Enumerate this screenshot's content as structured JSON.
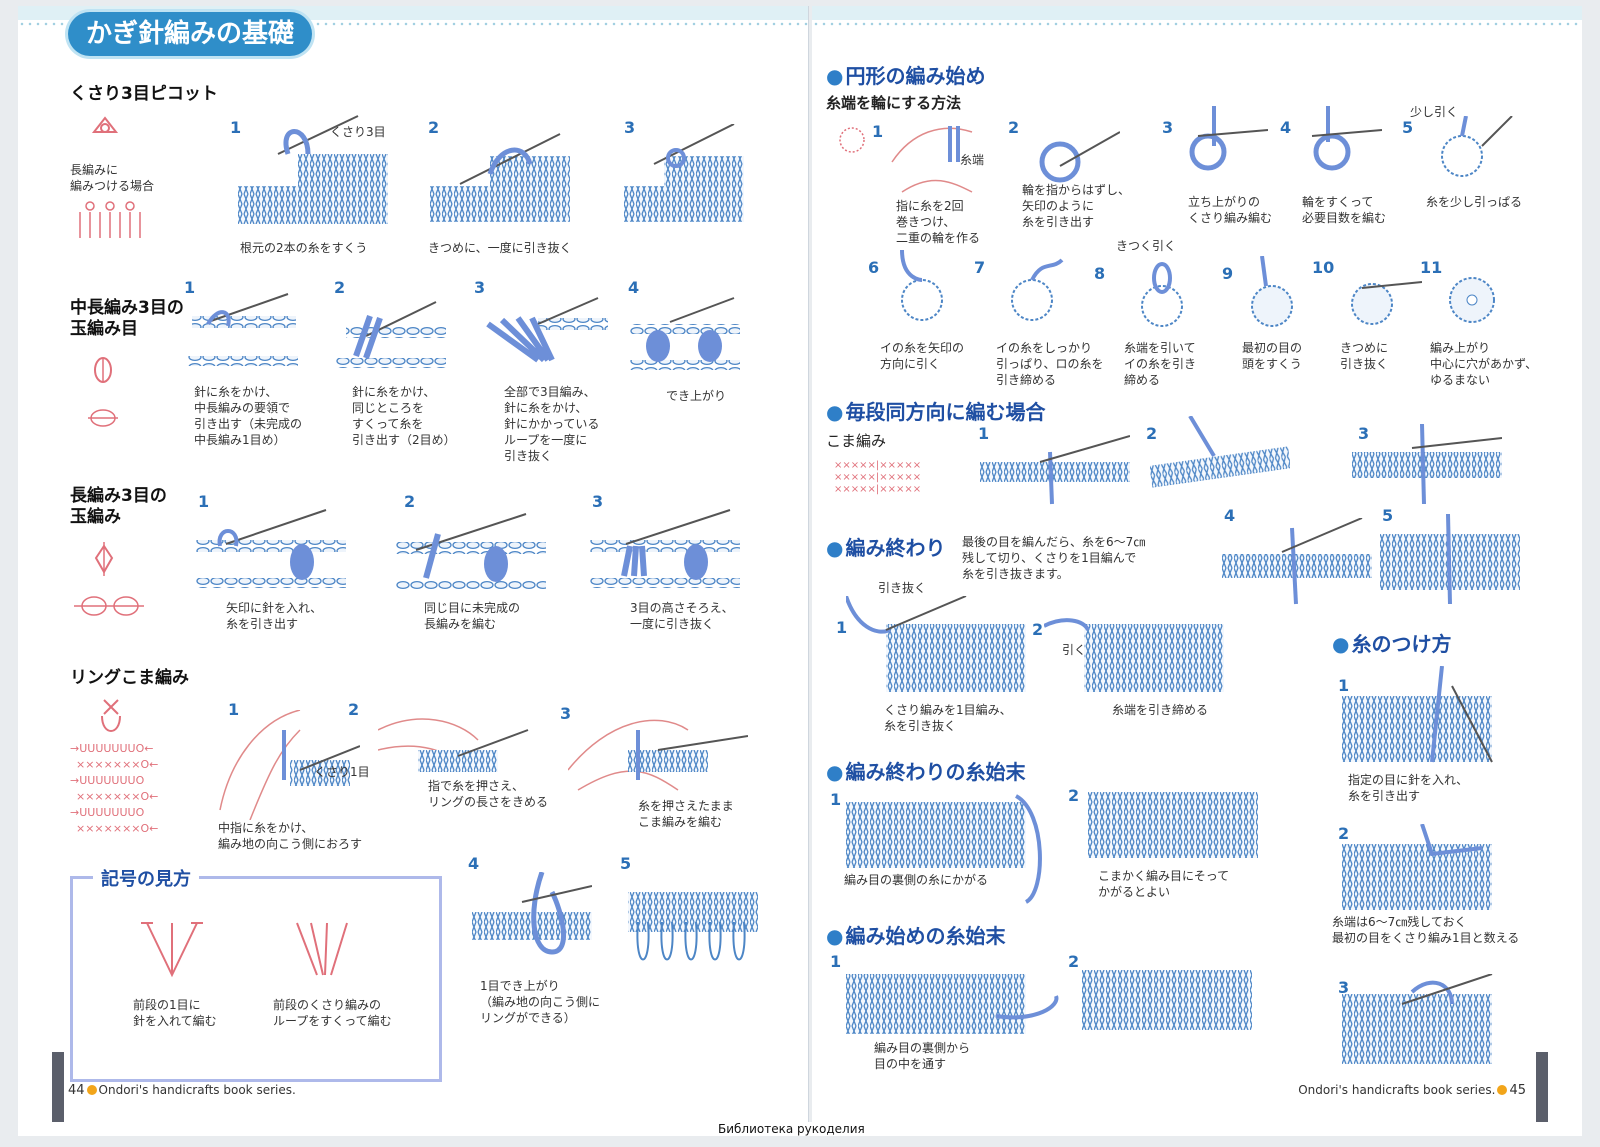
{
  "left": {
    "title": "かぎ針編みの基礎",
    "sections": {
      "picot": {
        "heading": "くさり3目ピコット",
        "symbol_note": "長編みに\n編みつける場合",
        "steps": [
          {
            "n": "1",
            "label": "くさり3目",
            "caption": "根元の2本の糸をすくう"
          },
          {
            "n": "2",
            "caption": "きつめに、一度に引き抜く"
          },
          {
            "n": "3",
            "caption": ""
          }
        ]
      },
      "hdc_puff": {
        "heading": "中長編み3目の\n玉編み目",
        "steps": [
          {
            "n": "1",
            "caption": "針に糸をかけ、\n中長編みの要領で\n引き出す（未完成の\n中長編み1目め）"
          },
          {
            "n": "2",
            "caption": "針に糸をかけ、\n同じところを\nすくって糸を\n引き出す（2目め）"
          },
          {
            "n": "3",
            "caption": "全部で3目編み、\n針に糸をかけ、\n針にかかっている\nループを一度に\n引き抜く"
          },
          {
            "n": "4",
            "caption": "でき上がり"
          }
        ]
      },
      "dc_cluster": {
        "heading": "長編み3目の\n玉編み",
        "steps": [
          {
            "n": "1",
            "caption": "矢印に針を入れ、\n糸を引き出す"
          },
          {
            "n": "2",
            "caption": "同じ目に未完成の\n長編みを編む"
          },
          {
            "n": "3",
            "caption": "3目の高さそろえ、\n一度に引き抜く"
          }
        ]
      },
      "ring_sc": {
        "heading": "リングこま編み",
        "steps": [
          {
            "n": "1",
            "caption": "中指に糸をかけ、\n編み地の向こう側におろす"
          },
          {
            "n": "2",
            "label": "くさり1目",
            "caption": "指で糸を押さえ、\nリングの長さをきめる"
          },
          {
            "n": "3",
            "caption": "糸を押さえたまま\nこま編みを編む"
          },
          {
            "n": "4",
            "caption": "1目でき上がり\n（編み地の向こう側に\nリングができる）"
          },
          {
            "n": "5",
            "caption": ""
          }
        ]
      },
      "legend": {
        "heading": "記号の見方",
        "items": [
          {
            "caption": "前段の1目に\n針を入れて編む"
          },
          {
            "caption": "前段のくさり編みの\nループをすくって編む"
          }
        ]
      }
    },
    "footer": {
      "page": "44",
      "series": "Ondori's handicrafts book series."
    }
  },
  "right": {
    "sections": {
      "circle_start": {
        "heading": "円形の編み始め",
        "sub": "糸端を輪にする方法",
        "steps": [
          {
            "n": "1",
            "label": "糸端",
            "caption": "指に糸を2回\n巻きつけ、\n二重の輪を作る"
          },
          {
            "n": "2",
            "caption": "輪を指からはずし、\n矢印のように\n糸を引き出す"
          },
          {
            "n": "3",
            "caption": "立ち上がりの\nくさり編み編む"
          },
          {
            "n": "4",
            "caption": "輪をすくって\n必要目数を編む"
          },
          {
            "n": "5",
            "label": "少し引く",
            "caption": "糸を少し引っぱる"
          },
          {
            "n": "6",
            "caption": "イの糸を矢印の\n方向に引く"
          },
          {
            "n": "7",
            "caption": "イの糸をしっかり\n引っぱり、ロの糸を\n引き締める"
          },
          {
            "n": "8",
            "label": "きつく引く",
            "caption": "糸端を引いて\nイの糸を引き\n締める"
          },
          {
            "n": "9",
            "caption": "最初の目の\n頭をすくう"
          },
          {
            "n": "10",
            "caption": "きつめに\n引き抜く"
          },
          {
            "n": "11",
            "caption": "編み上がり\n中心に穴があかず、\nゆるまない"
          }
        ]
      },
      "same_dir": {
        "heading": "毎段同方向に編む場合",
        "sub": "こま編み",
        "steps": [
          {
            "n": "1"
          },
          {
            "n": "2"
          },
          {
            "n": "3"
          },
          {
            "n": "4"
          },
          {
            "n": "5"
          }
        ]
      },
      "finish": {
        "heading": "編み終わり",
        "desc": "最後の目を編んだら、糸を6〜7㎝\n残して切り、くさりを1目編んで\n糸を引き抜きます。",
        "steps": [
          {
            "n": "1",
            "label": "引き抜く",
            "caption": "くさり編みを1目編み、\n糸を引き抜く"
          },
          {
            "n": "2",
            "label": "引く",
            "caption": "糸端を引き締める"
          }
        ]
      },
      "join": {
        "heading": "糸のつけ方",
        "steps": [
          {
            "n": "1",
            "caption": "指定の目に針を入れ、\n糸を引き出す"
          },
          {
            "n": "2",
            "caption": "糸端は6〜7㎝残しておく\n最初の目をくさり編み1目と数える"
          },
          {
            "n": "3",
            "caption": ""
          }
        ]
      },
      "end_weave": {
        "heading": "編み終わりの糸始末",
        "steps": [
          {
            "n": "1",
            "caption": "編み目の裏側の糸にかがる"
          },
          {
            "n": "2",
            "caption": "こまかく編み目にそって\nかがるとよい"
          }
        ]
      },
      "start_weave": {
        "heading": "編み始めの糸始末",
        "steps": [
          {
            "n": "1",
            "caption": "編み目の裏側から\n目の中を通す"
          },
          {
            "n": "2",
            "caption": ""
          }
        ]
      }
    },
    "footer": {
      "page": "45",
      "series": "Ondori's handicrafts book series."
    }
  },
  "watermark": "Библиотека рукоделия",
  "colors": {
    "yarn": "#6d8fd8",
    "fabric": "#4d86c6",
    "accent": "#2f8ec9",
    "symbol": "#e0707a"
  }
}
